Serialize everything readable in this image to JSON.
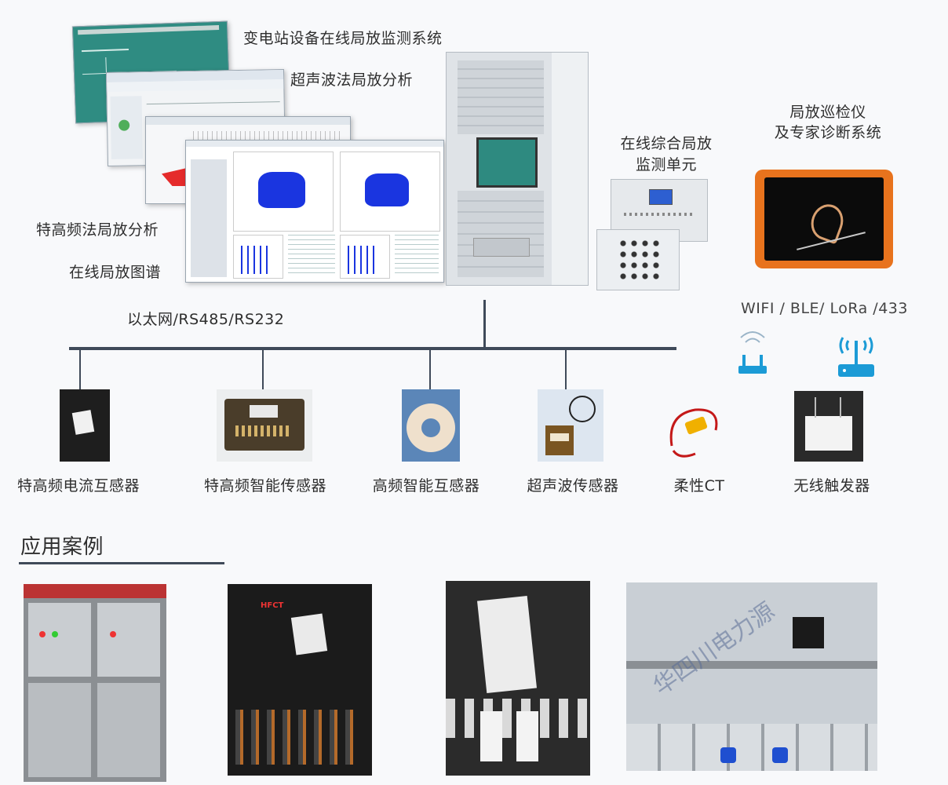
{
  "software": {
    "substation_title": "变电站设备在线局放监测系统",
    "ultrasonic_title": "超声波法局放分析",
    "uhf_title": "特高频法局放分析",
    "prpd_title": "在线局放图谱"
  },
  "cabinet": {
    "online_unit_line1": "在线综合局放",
    "online_unit_line2": "监测单元"
  },
  "inspector": {
    "line1": "局放巡检仪",
    "line2": "及专家诊断系统"
  },
  "network": {
    "wired": "以太网/RS485/RS232",
    "wireless": "WIFI / BLE/ LoRa /433"
  },
  "sensors": [
    {
      "label": "特高频电流互感器"
    },
    {
      "label": "特高频智能传感器"
    },
    {
      "label": "高频智能互感器"
    },
    {
      "label": "超声波传感器"
    },
    {
      "label": "柔性CT"
    },
    {
      "label": "无线触发器"
    }
  ],
  "cases": {
    "title": "应用案例",
    "photo2_tag": "HFCT",
    "photo4_text": "华四川电力源"
  },
  "colors": {
    "bus": "#3f4a59",
    "accent_blue": "#1c9bd6",
    "screen_teal": "#2e8a80",
    "scatter_blue": "#1a35e0",
    "orange": "#e8731d"
  }
}
